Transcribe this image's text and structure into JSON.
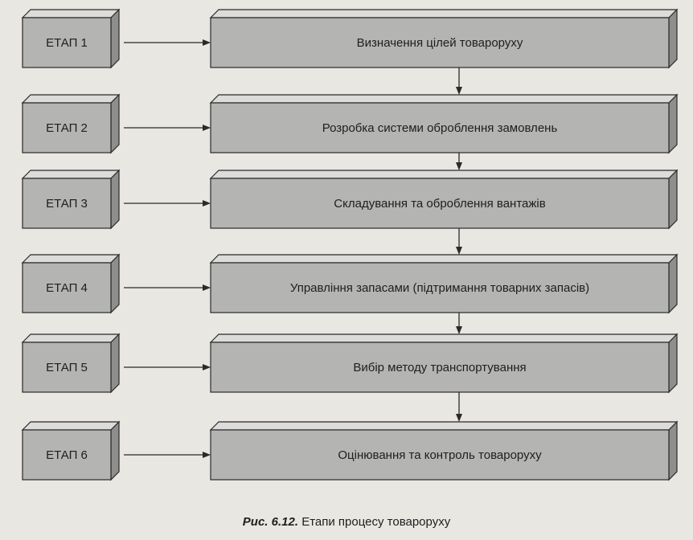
{
  "stages": [
    {
      "label": "ЕТАП 1",
      "text": "Визначення цілей товароруху"
    },
    {
      "label": "ЕТАП 2",
      "text": "Розробка системи оброблення замовлень"
    },
    {
      "label": "ЕТАП 3",
      "text": "Складування та оброблення вантажів"
    },
    {
      "label": "ЕТАП 4",
      "text": "Управління запасами (підтримання товарних запасів)"
    },
    {
      "label": "ЕТАП 5",
      "text": "Вибір методу транспортування"
    },
    {
      "label": "ЕТАП 6",
      "text": "Оцінювання та контроль товароруху"
    }
  ],
  "caption": {
    "prefix": "Рис. 6.12.",
    "text": "Етапи процесу товароруху"
  },
  "colors": {
    "box_front": "#b4b4b2",
    "box_top": "#dcdcda",
    "box_side": "#8e8e8c",
    "stroke": "#2a2a2a"
  }
}
